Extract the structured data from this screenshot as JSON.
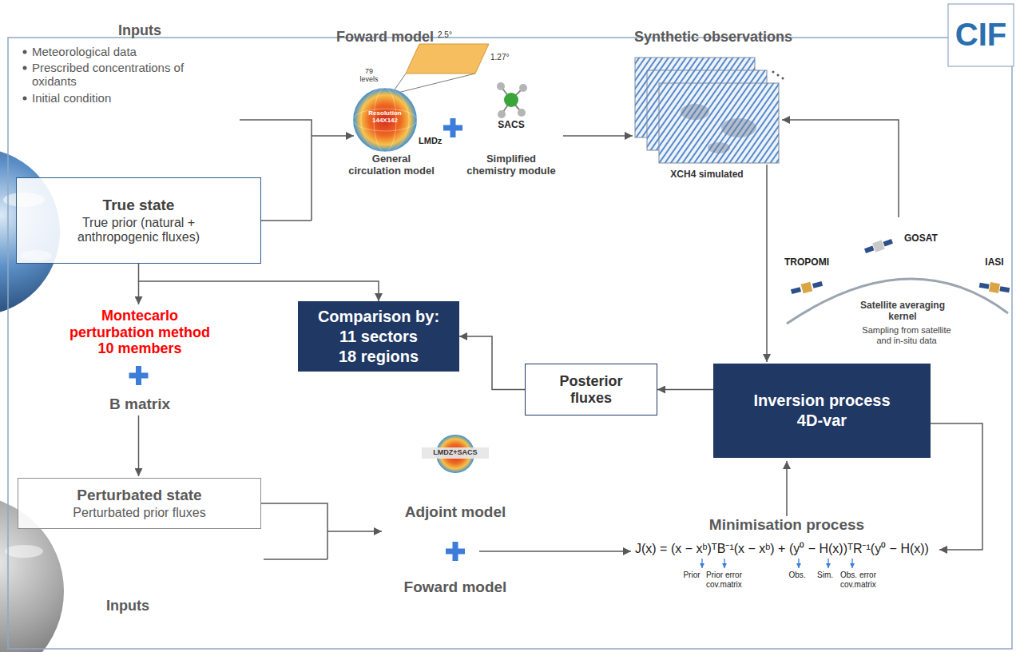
{
  "diagram": {
    "nodes": [
      {
        "text": [
          "True state",
          "True prior (natural + anthropogenic fluxes)"
        ]
      },
      {
        "text": [
          "Comparison by:",
          "11 sectors",
          "18 regions"
        ]
      },
      {
        "text": [
          "Posterior fluxes"
        ]
      },
      {
        "text": [
          "Inversion process",
          "4D-var"
        ]
      },
      {
        "text": [
          "Perturbated state",
          "Perturbated prior fluxes"
        ]
      }
    ],
    "edges": [
      {
        "from": 0,
        "to": 1,
        "arrow": "to"
      },
      {
        "from": 3,
        "to": 2,
        "arrow": "to"
      },
      {
        "from": 2,
        "to": 1,
        "arrow": "to"
      }
    ],
    "labels": [
      "CIF",
      "Inputs",
      "Meteorological data",
      "Prescribed concentrations of oxidants",
      "Initial condition",
      "Foward model",
      "2.5°",
      "1.27°",
      "79 levels",
      "Resolution 144X142",
      "LMDz",
      "General circulation model",
      "SACS",
      "Simplified chemistry module",
      "Synthetic observations",
      "XCH4 simulated",
      "TROPOMI",
      "GOSAT",
      "IASI",
      "Satellite averaging kernel",
      "Sampling from satellite and in-situ data",
      "Montecarlo perturbation method 10 members",
      "B matrix",
      "LMDZ+SACS",
      "Adjoint model",
      "Foward model",
      "Minimisation process",
      "J(x) = (x − xᵇ)ᵀB⁻¹(x − xᵇ) + (y⁰ − H(x))ᵀR⁻¹(y⁰ − H(x))",
      "Prior",
      "Prior error cov.matrix",
      "Obs.",
      "Sim.",
      "Obs. error cov.matrix",
      "Inputs"
    ]
  }
}
